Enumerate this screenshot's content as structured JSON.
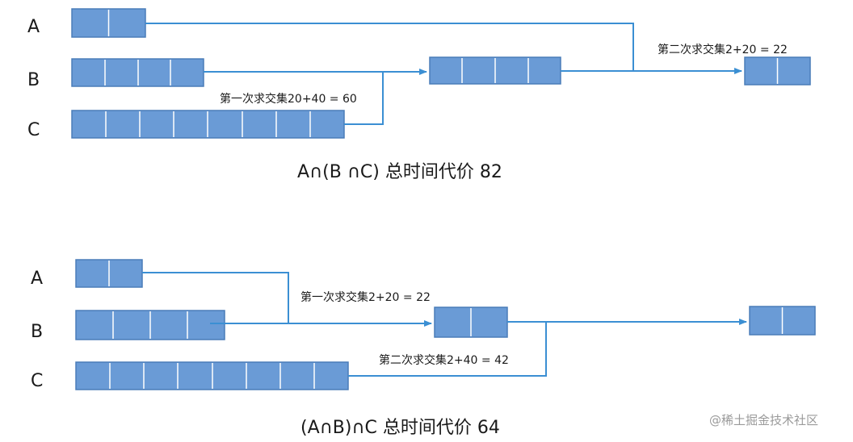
{
  "top": {
    "rows": [
      {
        "label": "A",
        "cells": 2
      },
      {
        "label": "B",
        "cells": 4
      },
      {
        "label": "C",
        "cells": 8
      }
    ],
    "intermediate_cells": 4,
    "result_cells": 2,
    "note_first": "第一次求交集20+40 = 60",
    "note_second": "第二次求交集2+20 = 22",
    "caption": "A∩(B ∩C) 总时间代价 82"
  },
  "bottom": {
    "rows": [
      {
        "label": "A",
        "cells": 2
      },
      {
        "label": "B",
        "cells": 4
      },
      {
        "label": "C",
        "cells": 8
      }
    ],
    "intermediate_cells": 2,
    "result_cells": 2,
    "note_first": "第一次求交集2+20 = 22",
    "note_second": "第二次求交集2+40 = 42",
    "caption": "(A∩B)∩C 总时间代价 64"
  },
  "watermark": "@稀土掘金技术社区",
  "colors": {
    "block": "#6a9bd6",
    "wire": "#3b8fd3"
  }
}
